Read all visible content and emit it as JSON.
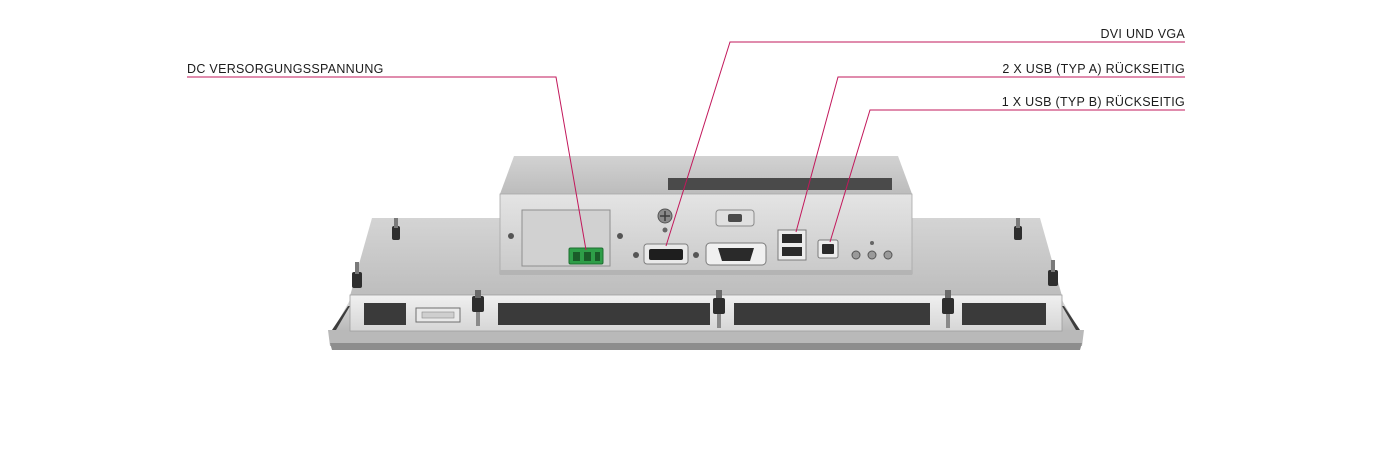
{
  "callouts": {
    "dc_supply": "DC VERSORGUNGSSPANNUNG",
    "dvi_vga": "DVI UND VGA",
    "usb_a": "2 X USB (TYP A) RÜCKSEITIG",
    "usb_b": "1 X USB (TYP B) RÜCKSEITIG"
  },
  "colors": {
    "leader_line": "#c2185b",
    "terminal_green": "#2e9e48",
    "metal_light": "#dcdcdc",
    "metal_dark": "#8a8a8a"
  }
}
